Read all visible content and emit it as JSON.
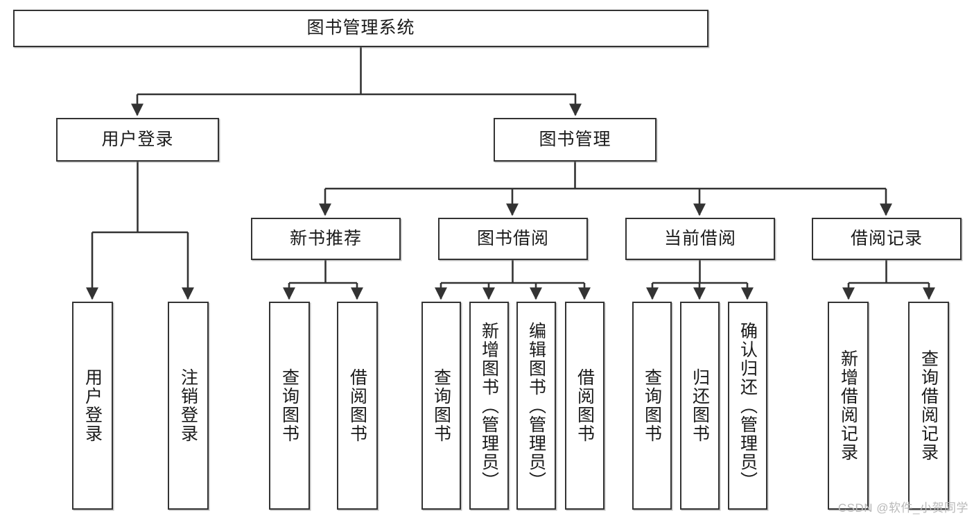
{
  "diagram": {
    "title": "图书管理系统",
    "type": "tree-hierarchy-chart",
    "watermark": "CSDN @软件_小贺同学",
    "colors": {
      "node_border": "#333333",
      "node_fill": "#ffffff",
      "edge": "#333333",
      "text": "#1a1a1a",
      "watermark": "#b9b9b9",
      "background": "#ffffff"
    },
    "root": {
      "label": "图书管理系统"
    },
    "level2": [
      {
        "id": "user-login",
        "label": "用户登录"
      },
      {
        "id": "book-management",
        "label": "图书管理"
      }
    ],
    "level3": [
      {
        "id": "new-book-recommend",
        "label": "新书推荐"
      },
      {
        "id": "book-borrow",
        "label": "图书借阅"
      },
      {
        "id": "current-borrow",
        "label": "当前借阅"
      },
      {
        "id": "borrow-record",
        "label": "借阅记录"
      }
    ],
    "leaves": {
      "user_login": [
        {
          "id": "leaf-user-login",
          "label": "用户登录"
        },
        {
          "id": "leaf-logout-login",
          "label": "注销登录"
        }
      ],
      "new_book_recommend": [
        {
          "id": "leaf-query-book-1",
          "label": "查询图书"
        },
        {
          "id": "leaf-borrow-book-1",
          "label": "借阅图书"
        }
      ],
      "book_borrow": [
        {
          "id": "leaf-query-book-2",
          "label": "查询图书"
        },
        {
          "id": "leaf-add-book",
          "label": "新增图书（管理员）"
        },
        {
          "id": "leaf-edit-book",
          "label": "编辑图书（管理员）"
        },
        {
          "id": "leaf-borrow-book-2",
          "label": "借阅图书"
        }
      ],
      "current_borrow": [
        {
          "id": "leaf-query-book-3",
          "label": "查询图书"
        },
        {
          "id": "leaf-return-book",
          "label": "归还图书"
        },
        {
          "id": "leaf-confirm-return",
          "label": "确认归还（管理员）"
        }
      ],
      "borrow_record": [
        {
          "id": "leaf-add-record",
          "label": "新增借阅记录"
        },
        {
          "id": "leaf-query-record",
          "label": "查询借阅记录"
        }
      ]
    }
  }
}
